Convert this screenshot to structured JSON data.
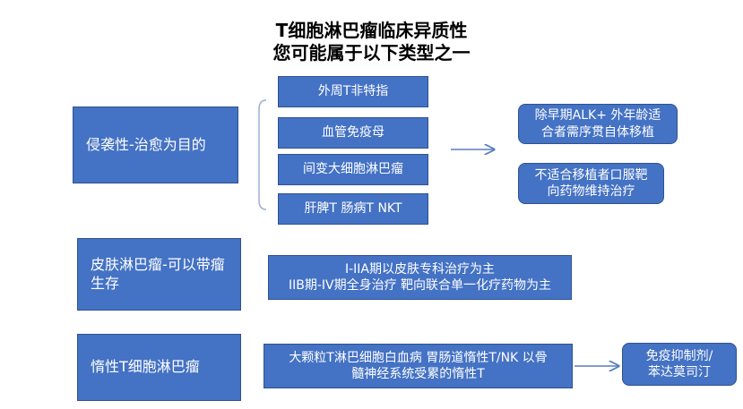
{
  "title": {
    "line1": "T细胞淋巴瘤临床异质性",
    "line2": "您可能属于以下类型之一"
  },
  "groups": [
    {
      "category": "侵袭性-治愈为目的",
      "subtypes": [
        "外周T非特指",
        "血管免疫母",
        "间变大细胞淋巴瘤",
        "肝脾T 肠病T NKT"
      ],
      "outcomes": [
        [
          "除早期ALK+ 外年龄适",
          "合者需序贯自体移植"
        ],
        [
          "不适合移植者口服靶",
          "向药物维持治疗"
        ]
      ]
    },
    {
      "category": [
        "皮肤淋巴瘤-可以带瘤",
        "生存"
      ],
      "treatment": [
        "I-IIA期以皮肤专科治疗为主",
        "IIB期-IV期全身治疗 靶向联合单一化疗药物为主"
      ]
    },
    {
      "category": "惰性T细胞淋巴瘤",
      "subtypes_text": [
        "大颗粒T淋巴细胞白血病 胃肠道惰性T/NK 以骨",
        "髓神经系统受累的惰性T"
      ],
      "outcome": [
        "免疫抑制剂/",
        "苯达莫司汀"
      ]
    }
  ],
  "colors": {
    "box_fill": "#4472c4",
    "box_border": "#2f528f",
    "bracket": "#9dafd6",
    "arrow": "#5a7dbf"
  }
}
